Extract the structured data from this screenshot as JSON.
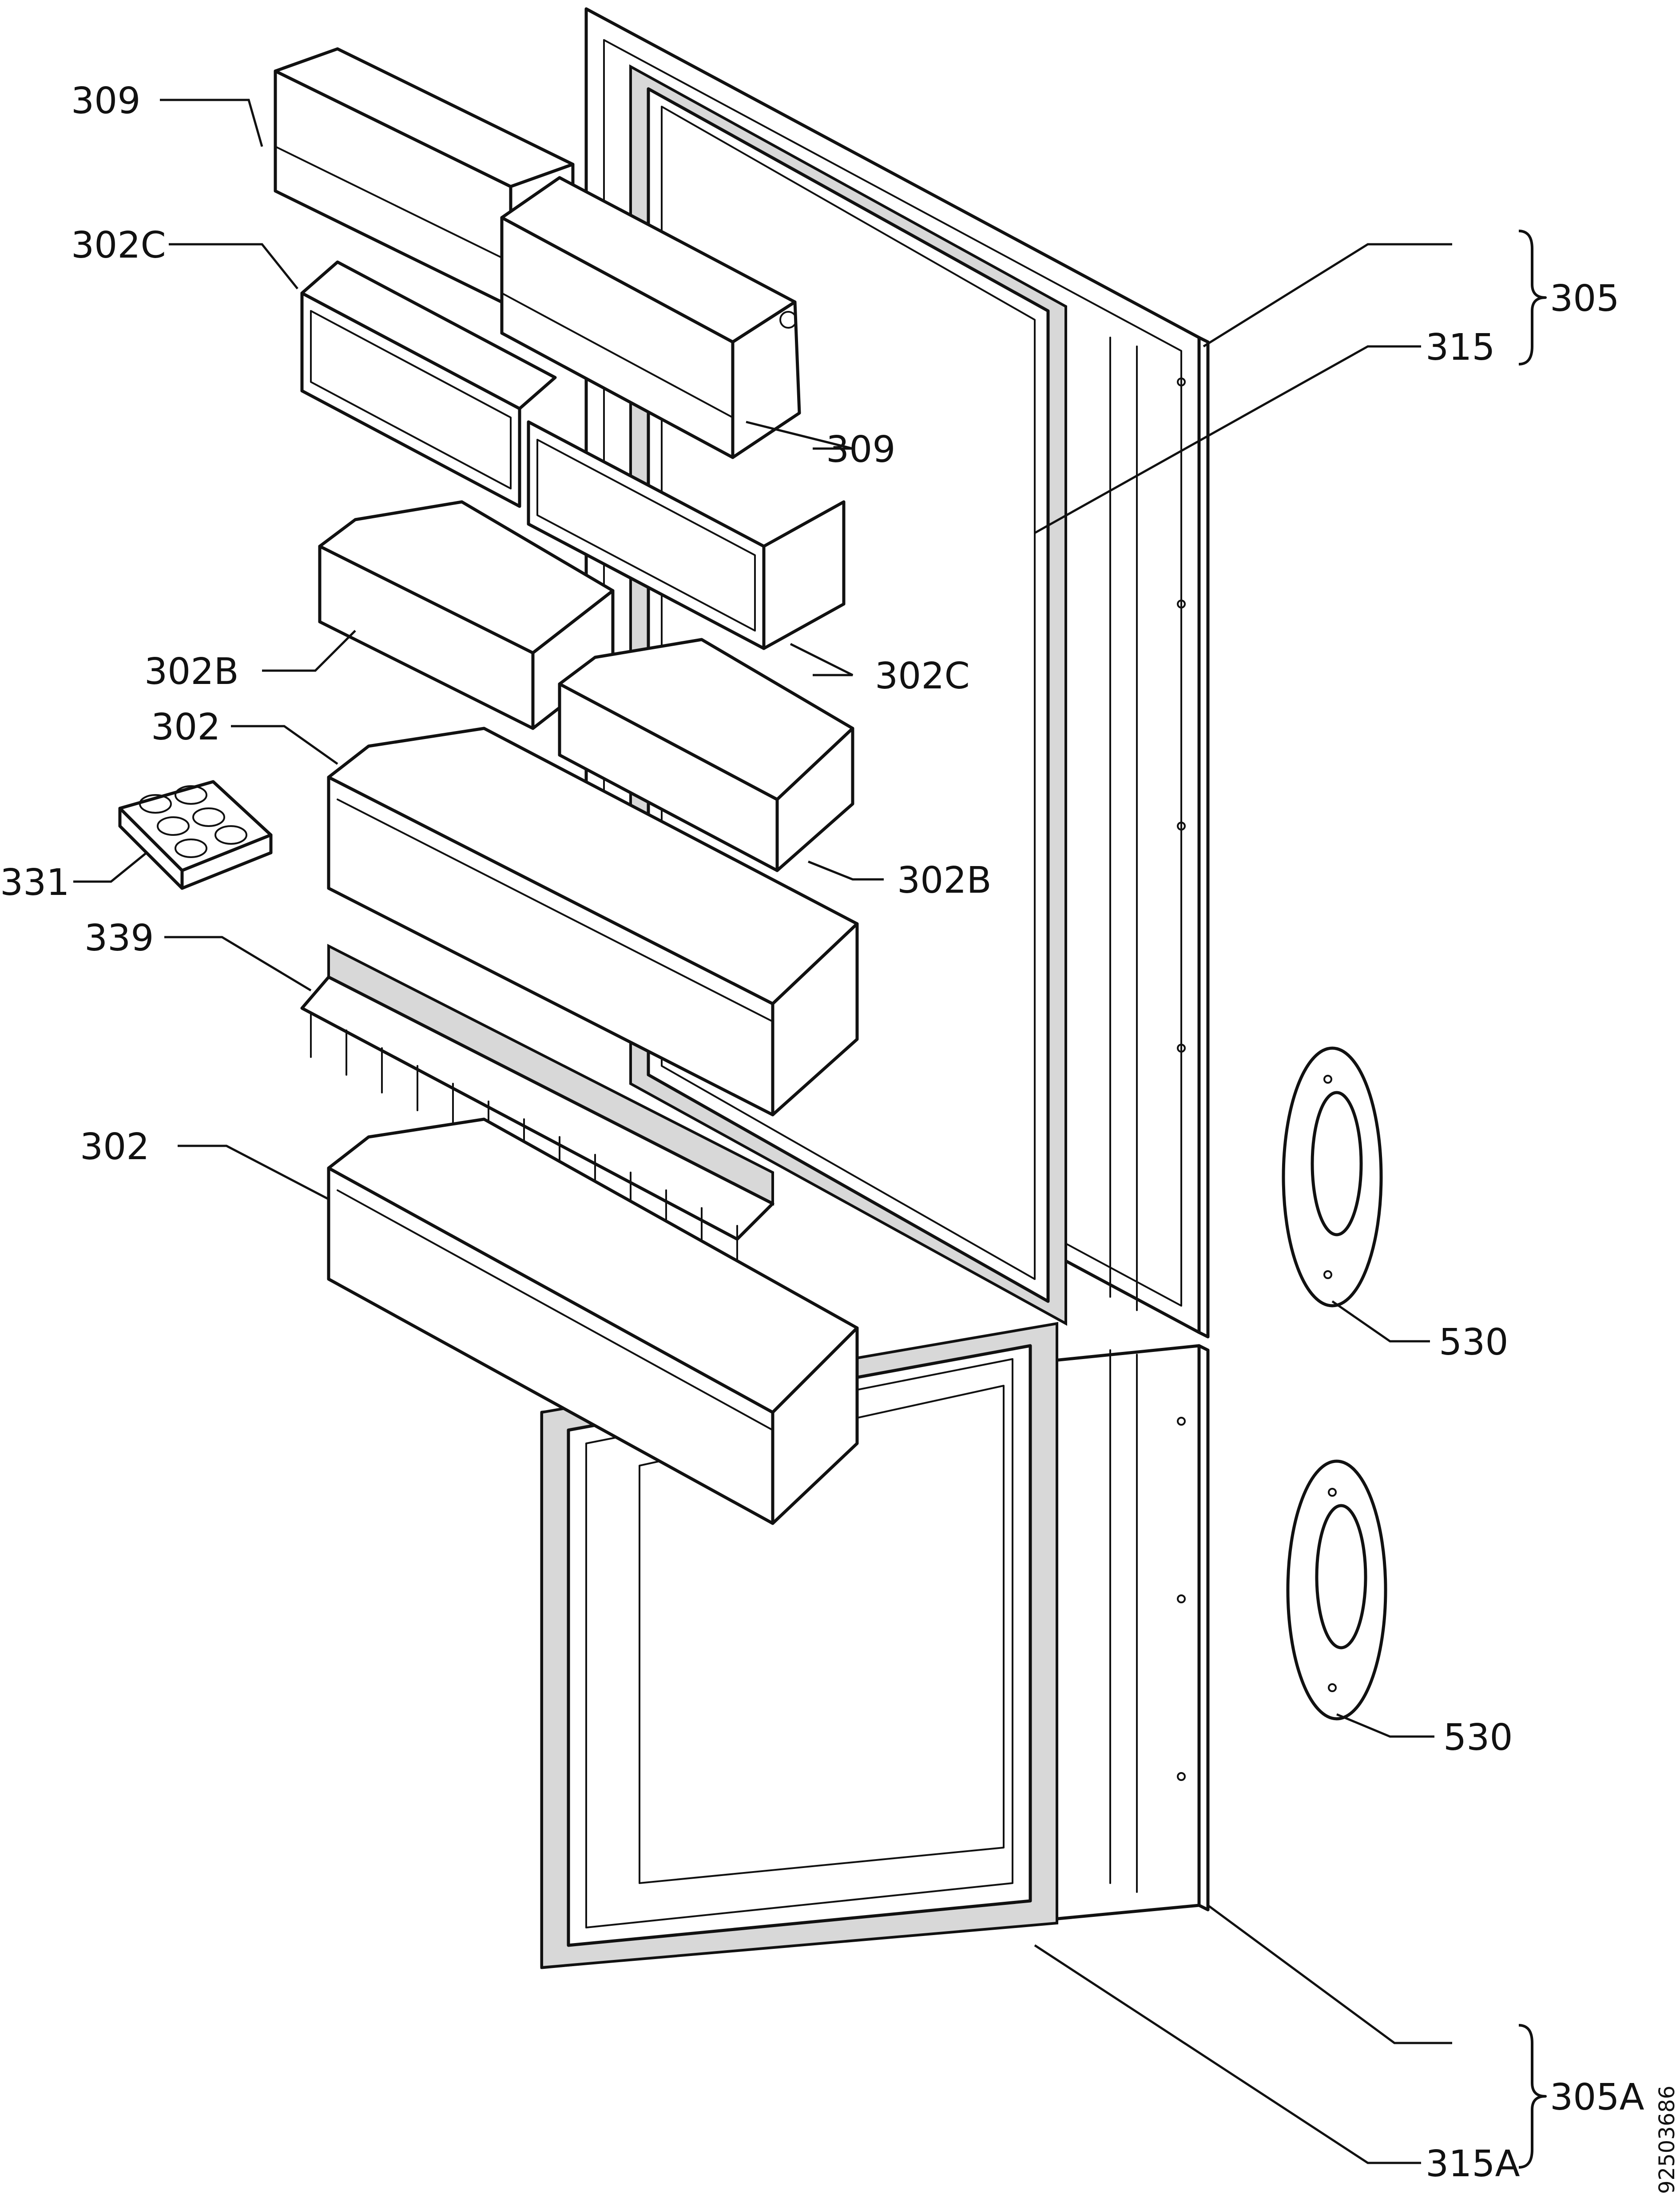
{
  "labels": {
    "l309_top": "309",
    "l302c_left": "302C",
    "l309_mid": "309",
    "l302c_right": "302C",
    "l302b_left": "302B",
    "l302_upper": "302",
    "l302b_right": "302B",
    "l331": "331",
    "l339": "339",
    "l302_lower": "302",
    "l305": "305",
    "l315": "315",
    "l530_upper": "530",
    "l530_lower": "530",
    "l305a": "305A",
    "l315a": "315A"
  },
  "drawing_number": "92503686"
}
